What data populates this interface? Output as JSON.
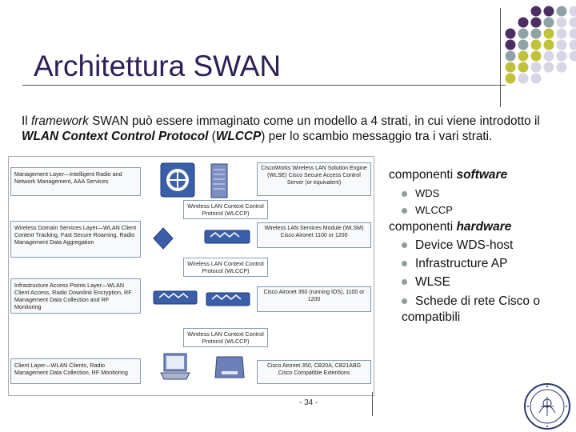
{
  "title": "Architettura SWAN",
  "intro": {
    "p1": "Il ",
    "framework": "framework",
    "p2": " SWAN può essere immaginato come un modello a 4 strati, in cui viene introdotto il ",
    "wlccp_name": "WLAN Context Control Protocol",
    "p3": " (",
    "wlccp_abbr": "WLCCP",
    "p4": ") per lo scambio messaggio tra i vari strati."
  },
  "diagram": {
    "layers": [
      {
        "label": "Management Layer—Intelligent Radio and Network Management, AAA Services",
        "device": "CiscoWorks Wireless LAN Solution Engine (WLSE) Cisco Secure Access Control Server (or equivalent)"
      },
      {
        "label": "Wireless Domain Services Layer—WLAN Client Context Tracking, Fast Secure Roaming, Radio Management Data Aggregation",
        "device": "Wireless LAN Services Module (WLSM) Cisco Aironet 1100 or 1200"
      },
      {
        "label": "Infrastructure Access Points Layer—WLAN Client Access, Radio Downlink Encryption, RF Management Data Collection and RF Monitoring",
        "device": "Cisco Aironet 350 (running IOS), 1100 or 1200"
      },
      {
        "label": "Client Layer—WLAN Clients, Radio Management Data Collection, RF Monitoring",
        "device": "Cisco Aironet 350, CB20A, CB21ABG Cisco Compatible Extentions"
      }
    ],
    "protocol_labels": [
      "Wireless LAN Context Control Protocol (WLCCP)",
      "Wireless LAN Context Control Protocol (WLCCP)",
      "Wireless LAN Context Control Protocol (WLCCP)"
    ]
  },
  "software": {
    "heading_pre": "componenti ",
    "heading_em": "software",
    "items": [
      "WDS",
      "WLCCP"
    ]
  },
  "hardware": {
    "heading_pre": "componenti ",
    "heading_em": "hardware",
    "items": [
      "Device WDS-host",
      "Infrastructure AP",
      "WLSE",
      "Schede di rete Cisco o compatibili"
    ]
  },
  "page_number": "- 34 -",
  "colors": {
    "title": "#2f1f57",
    "dot_purple": "#4b2f62",
    "dot_gray": "#8fa3a6",
    "dot_olive": "#c2c13a",
    "dot_lilac": "#d6d6e4"
  }
}
